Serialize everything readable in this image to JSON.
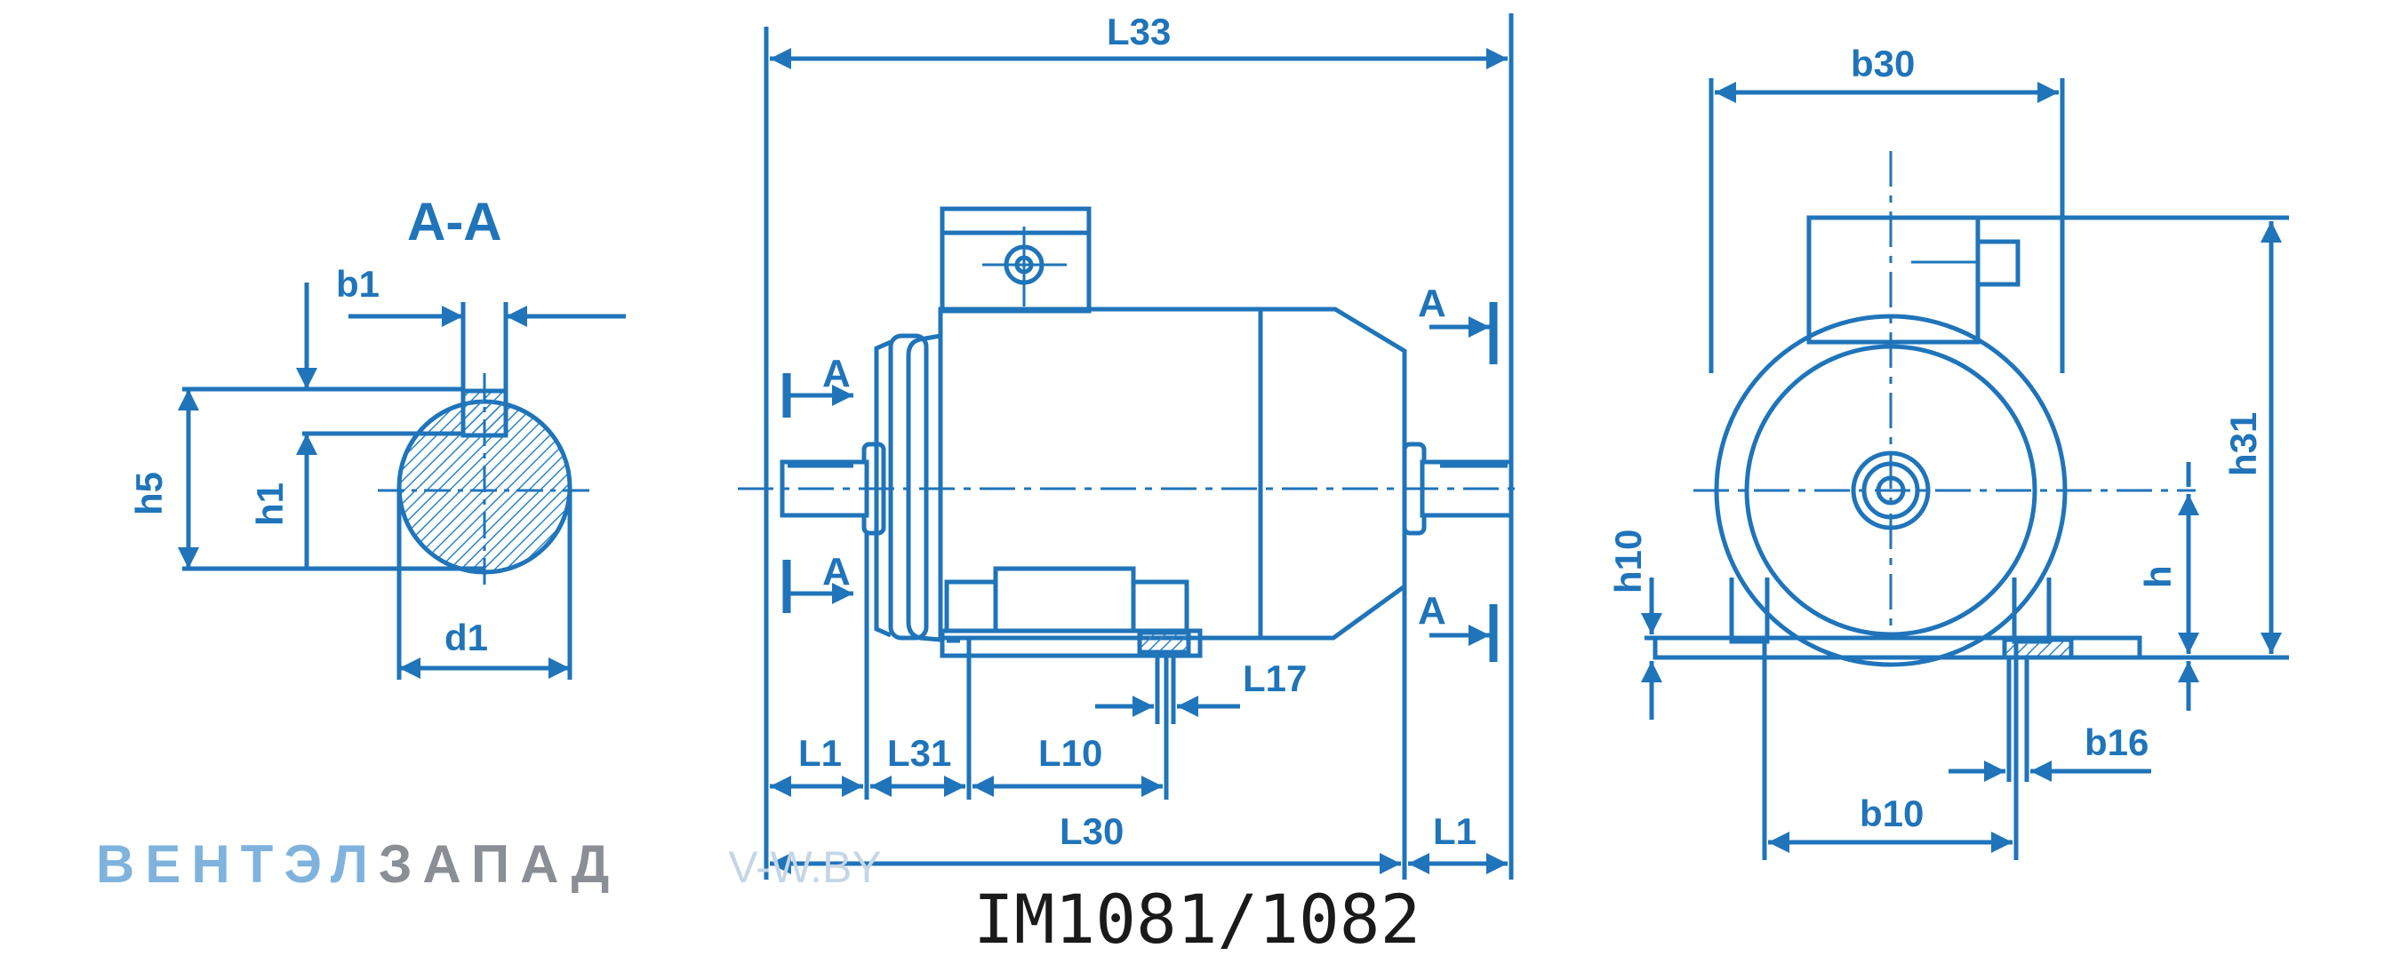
{
  "section_title": "A-A",
  "section_marker": "A",
  "dimensions": {
    "b1": "b1",
    "h5": "h5",
    "h1": "h1",
    "d1": "d1",
    "L33": "L33",
    "L1": "L1",
    "L31": "L31",
    "L10": "L10",
    "L17": "L17",
    "L30": "L30",
    "b30": "b30",
    "h31": "h31",
    "h10": "h10",
    "h": "h",
    "b16": "b16",
    "b10": "b10"
  },
  "watermark": {
    "part1": "ВЕНТЭЛ",
    "part2": "ЗАПАД",
    "url": "V-W.BY"
  },
  "caption": "IM1081/1082",
  "colors": {
    "line": "#1f74ba",
    "hatch": "#2f84c4",
    "caption": "#1a1a1a",
    "watermark_light": "#7fb3de",
    "watermark_dark": "#8a8f96",
    "watermark_url": "#c5d6e6"
  }
}
